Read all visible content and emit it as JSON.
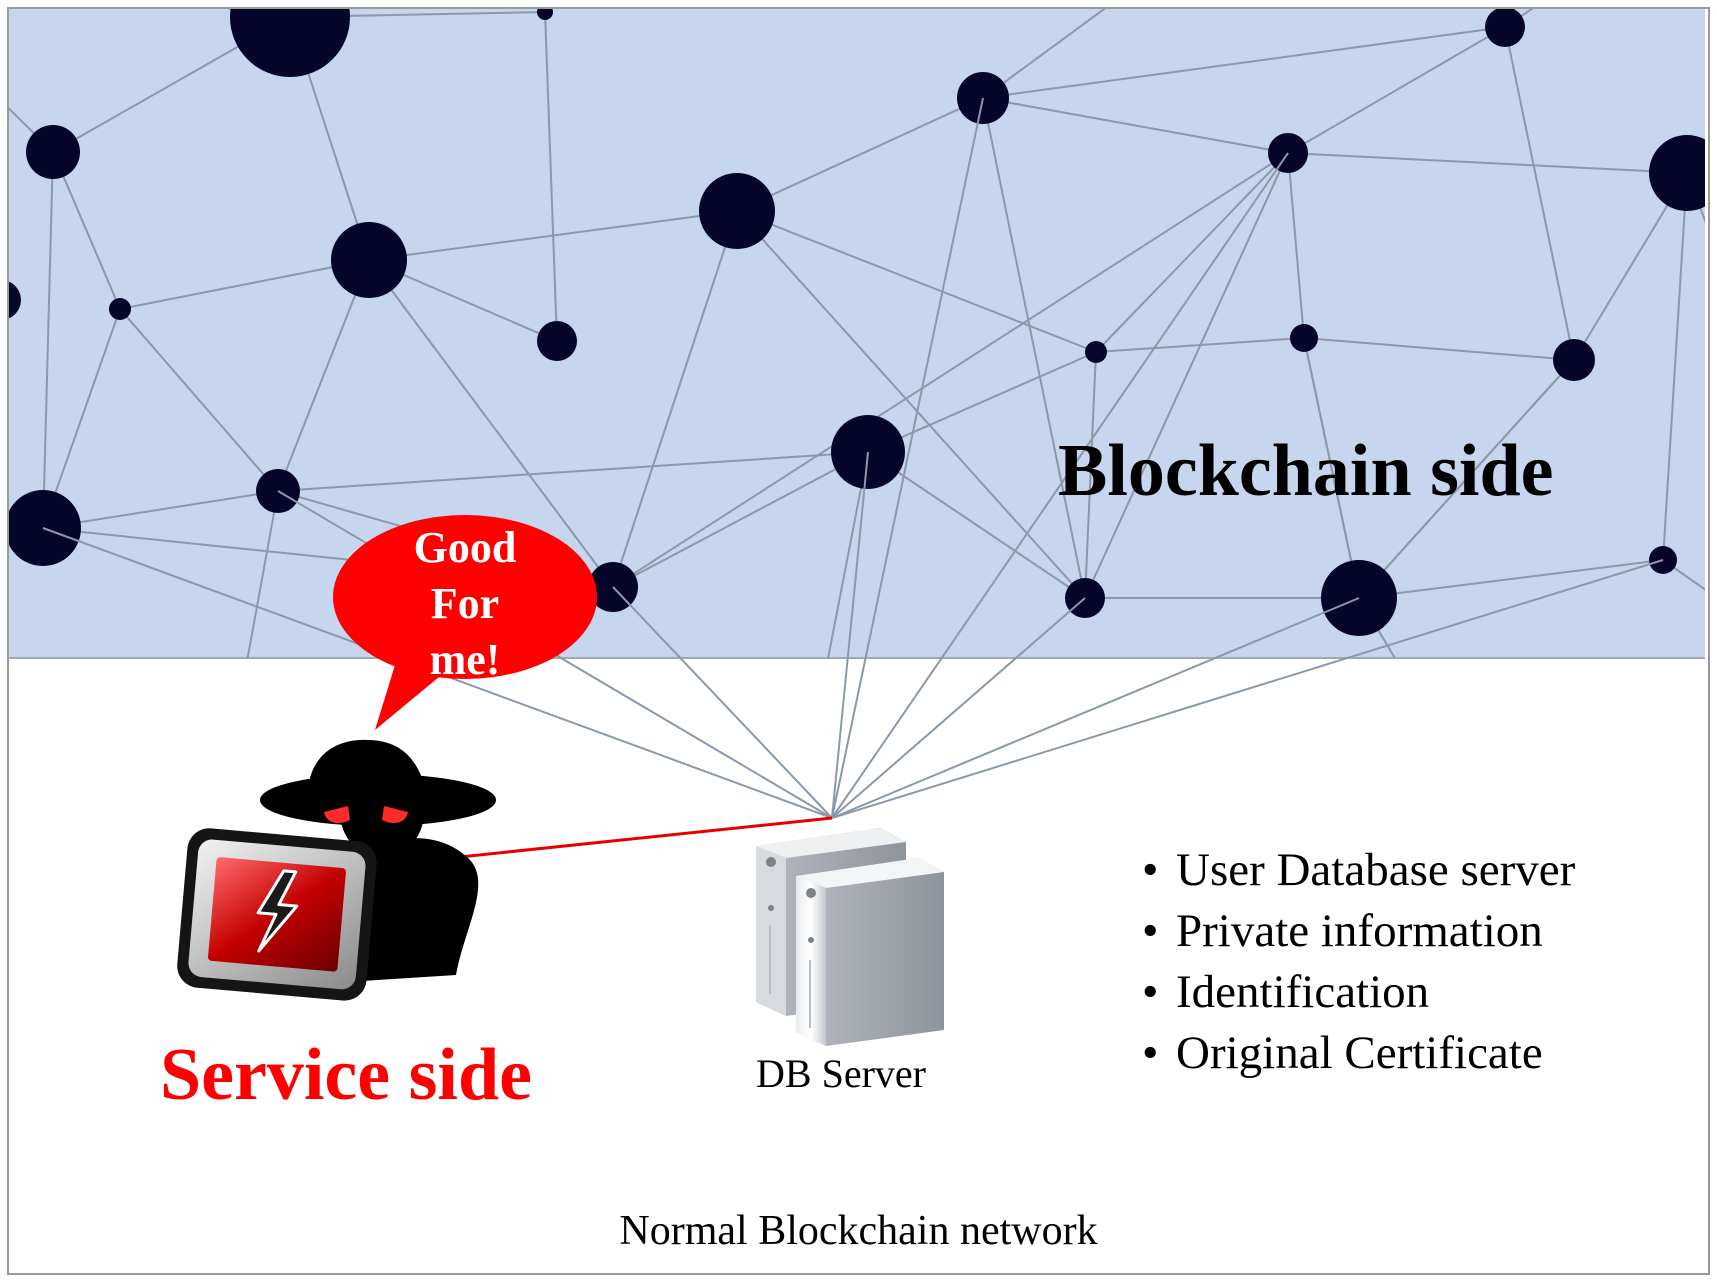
{
  "blockchain_side": {
    "title": "Blockchain side"
  },
  "service_side": {
    "title": "Service side",
    "speech": [
      "Good",
      "For",
      "me!"
    ]
  },
  "db_server": {
    "label": "DB Server"
  },
  "info_items": [
    "User Database server",
    "Private information",
    "Identification",
    "Original Certificate"
  ],
  "caption": "Normal Blockchain network",
  "icons": [
    "hacker-icon",
    "malware-monitor-icon",
    "db-server-icon"
  ],
  "colors": {
    "blockchain_bg": "#c5d6ee",
    "node": "#06062a",
    "edge": "#8a98aa",
    "attack_line": "#e60000",
    "accent_red": "#ff0000",
    "speech_bubble": "#ff0000"
  }
}
